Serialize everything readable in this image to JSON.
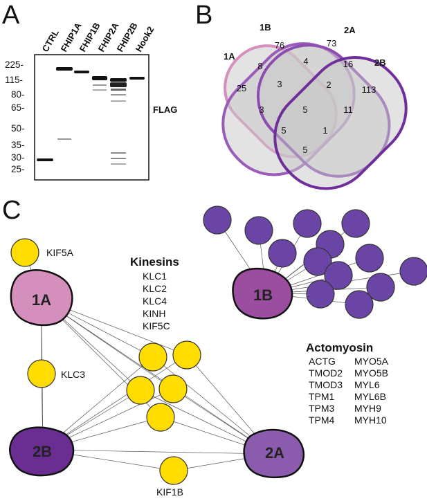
{
  "panels": {
    "a": "A",
    "b": "B",
    "c": "C"
  },
  "blot": {
    "lanes": [
      "CTRL",
      "FHIP1A",
      "FHIP1B",
      "FHIP2A",
      "FHIP2B",
      "Hook2"
    ],
    "markers": [
      "225-",
      "115-",
      "80-",
      "65-",
      "50-",
      "35-",
      "30-",
      "25-"
    ],
    "antibody": "FLAG"
  },
  "venn": {
    "sets": [
      "1A",
      "1B",
      "2A",
      "2B"
    ],
    "colors": {
      "1A": "#d58fbd",
      "1B": "#9a5cb8",
      "2A": "#8b4db0",
      "2B": "#6f2f9a",
      "fill": "#c8c8c8"
    },
    "counts": {
      "1A_only": "25",
      "1B_only": "76",
      "2A_only": "73",
      "2B_only": "113",
      "1A_1B": "8",
      "1B_2A": "4",
      "2A_2B": "16",
      "1A_2B": "5",
      "1A_1B_2A": "3",
      "1B_2A_2B": "2",
      "1A_1B_2B": "3",
      "1A_2A_2B": "1",
      "all": "5",
      "1A_2A": "5",
      "1B_2B": "11"
    }
  },
  "network": {
    "nodes": {
      "n1a": "1A",
      "n1b": "1B",
      "n2a": "2A",
      "n2b": "2B"
    },
    "node_colors": {
      "1A": "#d58fbd",
      "1B": "#9b4d9f",
      "2A": "#8b5bae",
      "2B": "#6a2d91",
      "kinesin": "#ffdd00",
      "actomyosin": "#6a45a6"
    },
    "genes": {
      "kif5a": "KIF5A",
      "klc3": "KLC3",
      "kif1b": "KIF1B"
    },
    "kinesins": {
      "title": "Kinesins",
      "items": [
        "KLC1",
        "KLC2",
        "KLC4",
        "KINH",
        "KIF5C"
      ]
    },
    "actomyosin": {
      "title": "Actomyosin",
      "col1": [
        "ACTG",
        "TMOD2",
        "TMOD3",
        "TPM1",
        "TPM3",
        "TPM4"
      ],
      "col2": [
        "MYO5A",
        "MYO5B",
        "MYL6",
        "MYL6B",
        "MYH9",
        "MYH10"
      ]
    }
  }
}
